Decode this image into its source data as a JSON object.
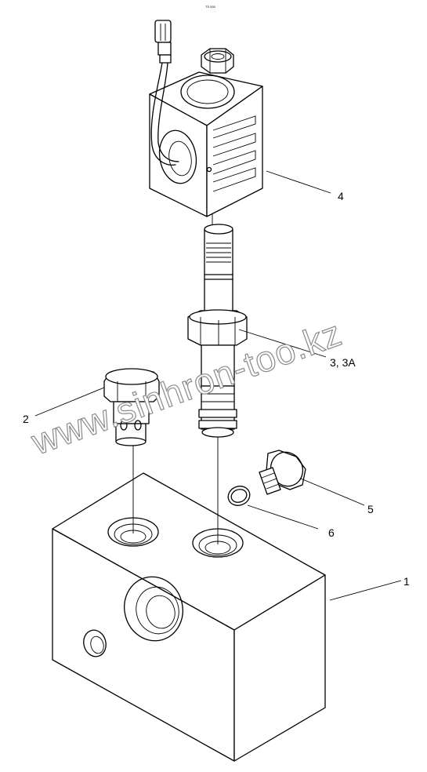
{
  "corner_mark": "TS 000",
  "watermark": "www.sinhron-too.kz",
  "callouts": [
    {
      "id": "1",
      "label": "1"
    },
    {
      "id": "2",
      "label": "2"
    },
    {
      "id": "3",
      "label": "3, 3A"
    },
    {
      "id": "4",
      "label": "4"
    },
    {
      "id": "5",
      "label": "5"
    },
    {
      "id": "6",
      "label": "6"
    }
  ]
}
